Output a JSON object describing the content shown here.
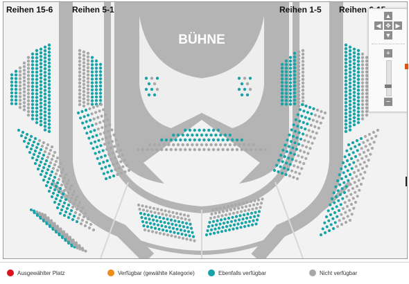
{
  "row_labels": {
    "left_outer": "Reihen 15-6",
    "left_inner": "Reihen 5-1",
    "right_inner": "Reihen 1-5",
    "right_outer": "Reihen 6-15"
  },
  "stage_label": "BÜHNE",
  "colors": {
    "selected": "#d9121f",
    "available_category": "#ef8d1c",
    "also_available": "#17a3a8",
    "unavailable": "#a8a8a8",
    "aisle": "#b4b4b4",
    "background": "#f2f2f2"
  },
  "zoom_control": {
    "icons": [
      "arrow-up-icon",
      "arrow-left-icon",
      "center-icon",
      "arrow-right-icon",
      "arrow-down-icon",
      "zoom-in-icon",
      "zoom-out-icon"
    ],
    "plus_label": "+",
    "minus_label": "−",
    "level": 0.25
  },
  "legend": [
    {
      "label": "Ausgewählter Platz",
      "color": "#d9121f"
    },
    {
      "label": "Verfügbar (gewählte Kategorie)",
      "color": "#ef8d1c"
    },
    {
      "label": "Ebenfalls verfügbar",
      "color": "#17a3a8"
    },
    {
      "label": "Nicht verfügbar",
      "color": "#a8a8a8"
    }
  ]
}
